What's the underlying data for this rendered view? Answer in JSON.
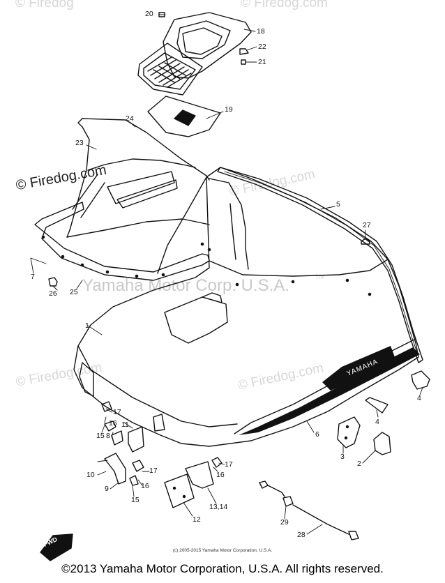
{
  "watermarks": {
    "top_left": "© Firedog",
    "top_right": "© Firedog.com",
    "left": "© Firedog.com",
    "mid_right": "© Firedog.com",
    "lower_left": "© Firedog.com",
    "lower_right": "© Firedog.com",
    "manufacturer": "Yamaha Motor Corp. U.S.A.",
    "tm": "TM"
  },
  "decal": {
    "brand": "YAMAHA"
  },
  "tag": {
    "fwd": "FWD"
  },
  "fine_print": "(c) 2005-2015 Yamaha Motor Corporation, U.S.A.",
  "footer": "©2013 Yamaha Motor Corporation, U.S.A. All rights reserved.",
  "part_numbers": [
    "1",
    "2",
    "3",
    "4",
    "4",
    "5",
    "6",
    "7",
    "8",
    "9",
    "10",
    "11",
    "12",
    "13,14",
    "15",
    "15",
    "16",
    "16",
    "16",
    "17",
    "17",
    "17",
    "18",
    "19",
    "20",
    "21",
    "22",
    "23",
    "24",
    "25",
    "26",
    "27",
    "28",
    "29"
  ],
  "colors": {
    "line": "#111111",
    "watermark": "#d7d7d7",
    "background": "#ffffff"
  }
}
